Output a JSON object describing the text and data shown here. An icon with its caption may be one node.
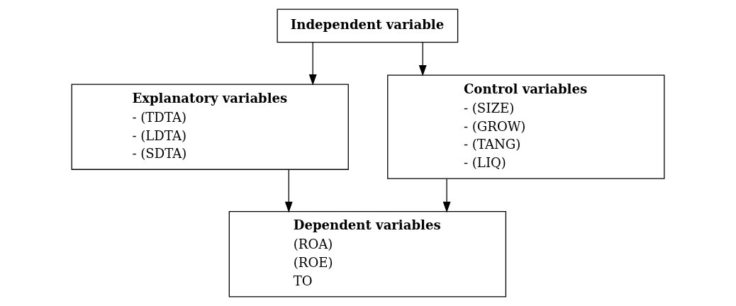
{
  "diagram": {
    "nodes": [
      {
        "text": [
          "Independent variable"
        ]
      },
      {
        "text": [
          "Explanatory variables",
          "- (TDTA)",
          "- (LDTA)",
          "- (SDTA)"
        ]
      },
      {
        "text": [
          "Control variables",
          "- (SIZE)",
          "- (GROW)",
          "- (TANG)",
          "- (LIQ)"
        ]
      },
      {
        "text": [
          "Dependent variables",
          "(ROA)",
          "(ROE)",
          "TO"
        ]
      }
    ],
    "edges": [
      {
        "from": 0,
        "to": 1,
        "arrow": "to"
      },
      {
        "from": 0,
        "to": 2,
        "arrow": "to"
      },
      {
        "from": 1,
        "to": 3,
        "arrow": "to"
      },
      {
        "from": 2,
        "to": 3,
        "arrow": "to"
      }
    ]
  }
}
